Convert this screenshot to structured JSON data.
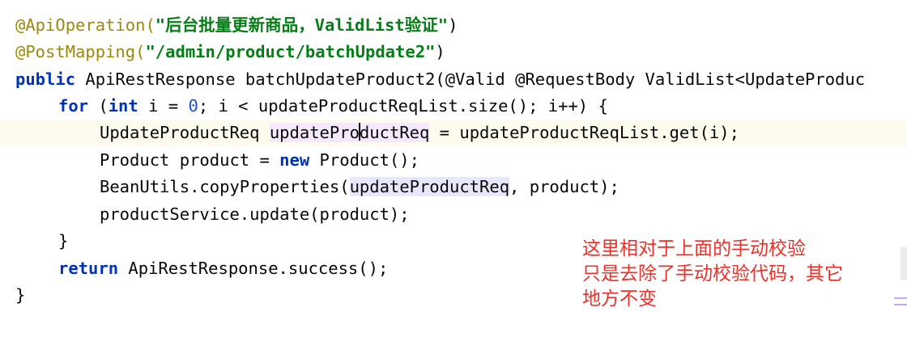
{
  "code": {
    "line1": {
      "anno": "@ApiOperation(",
      "str": "\"后台批量更新商品，ValidList验证\"",
      "tail": ")"
    },
    "line2": {
      "anno": "@PostMapping(",
      "str": "\"/admin/product/batchUpdate2\"",
      "tail": ")"
    },
    "line3": {
      "kw": "public",
      "rest": " ApiRestResponse batchUpdateProduct2(@Valid @RequestBody ValidList<UpdateProduc"
    },
    "line4": {
      "kw_for": "for",
      "p1": " (",
      "kw_int": "int",
      "p2": " i = ",
      "num": "0",
      "p3": "; i < updateProductReqList.size(); i++) {"
    },
    "line5": {
      "type": "UpdateProductReq ",
      "var_a": "updatePro",
      "var_b": "ductReq",
      "rest": " = updateProductReqList.get(i);"
    },
    "line6": {
      "p1": "Product product = ",
      "kw": "new",
      "p2": " Product();"
    },
    "line7": {
      "p1": "BeanUtils.copyProperties(",
      "var": "updateProductReq",
      "p2": ", product);"
    },
    "line8": {
      "text": "productService.update(product);"
    },
    "line9": {
      "text": "}"
    },
    "line10": {
      "kw": "return",
      "rest": " ApiRestResponse.success();"
    },
    "line11": {
      "text": "}"
    }
  },
  "annotation_note": {
    "text": "这里相对于上面的手动校验\n只是去除了手动校验代码，其它\n地方不变",
    "color": "#e8322a"
  },
  "colors": {
    "keyword": "#0033b3",
    "string": "#067d17",
    "annotation": "#9e880d",
    "number": "#1750eb",
    "current_line": "#fdfaee"
  }
}
